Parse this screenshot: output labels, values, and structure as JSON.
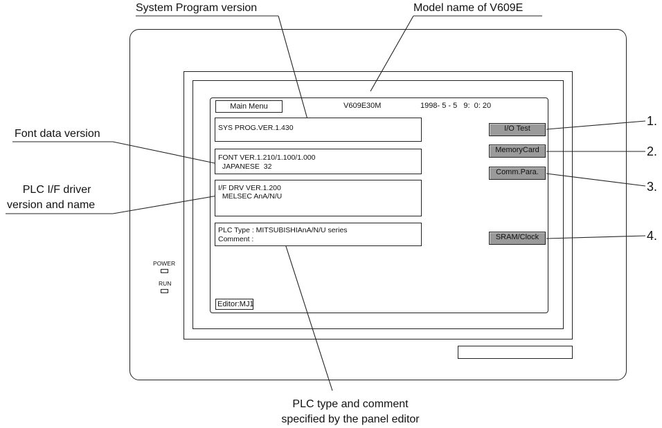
{
  "callouts": {
    "system_program": "System Program version",
    "model_name": "Model name of V609E",
    "font_data": "Font data version",
    "plc_if_driver_line1": "PLC  I/F driver",
    "plc_if_driver_line2": "version and name",
    "plc_type_line1": "PLC type and comment",
    "plc_type_line2": "specified by the panel editor"
  },
  "numbers": [
    "1.",
    "2.",
    "3.",
    "4."
  ],
  "screen": {
    "menu_title": "Main Menu",
    "model": "V609E30M",
    "datetime": "1998- 5 - 5   9:  0: 20",
    "sys_prog": "SYS PROG.VER.1.430",
    "font_line1": "FONT  VER.1.210/1.100/1.000",
    "font_line2": "  JAPANESE  32",
    "ifdrv_line1": "I/F DRV  VER.1.200",
    "ifdrv_line2": "  MELSEC AnA/N/U",
    "plc_type": "PLC Type : MITSUBISHIAnA/N/U series",
    "comment": "Comment :",
    "editor": "Editor:MJ1"
  },
  "buttons": {
    "io_test": "I/O Test",
    "memory_card": "MemoryCard",
    "comm_para": "Comm.Para.",
    "sram_clock": "SRAM/Clock"
  },
  "indicators": {
    "power": "POWER",
    "run": "RUN"
  }
}
